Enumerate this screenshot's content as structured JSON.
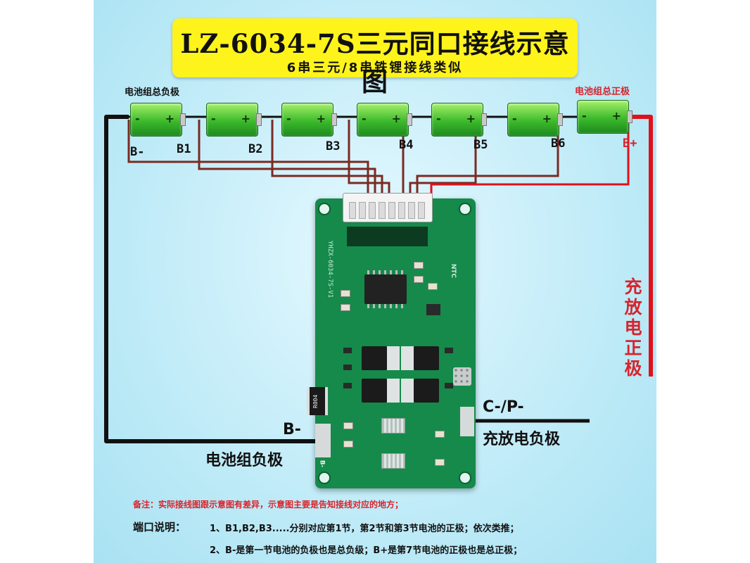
{
  "title": "LZ-6034-7S三元同口接线示意图",
  "subtitle": "6串三元/8串铁锂接线类似",
  "labels": {
    "battery_total_negative": "电池组总负极",
    "battery_total_positive": "电池组总正极",
    "b_minus": "B-",
    "b1": "B1",
    "b2": "B2",
    "b3": "B3",
    "b4": "B4",
    "b5": "B5",
    "b6": "B6",
    "b_plus": "B+",
    "charge_discharge_positive": "充放电正极",
    "c_p_minus": "C-/P-",
    "charge_discharge_negative": "充放电负极",
    "b_minus_pcb": "B-",
    "battery_pack_negative": "电池组负极"
  },
  "pcb": {
    "model_silk": "YHZX-6034-7S-V1",
    "resistor_text": "R004",
    "ntc_text": "NTC",
    "b_minus_silk": "B-"
  },
  "cell_signs": {
    "minus": "-",
    "plus": "+"
  },
  "notes": {
    "remark": "备注：实际接线图跟示意图有差异，示意图主要是告知接线对应的地方；",
    "port_label": "端口说明：",
    "item1": "1、B1,B2,B3.....分别对应第1节，第2节和第3节电池的正极；依次类推；",
    "item2": "2、B-是第一节电池的负极也是总负级；B+是第7节电池的正极也是总正极；"
  },
  "colors": {
    "background": "#b9e8f6",
    "title_box": "#fff31c",
    "accent_red": "#d8242c",
    "balance_wire": "#7a2a22",
    "main_wire": "#111111",
    "positive_wire": "#e0101a",
    "pcb": "#158a4a",
    "cell": "#3cba2b"
  }
}
